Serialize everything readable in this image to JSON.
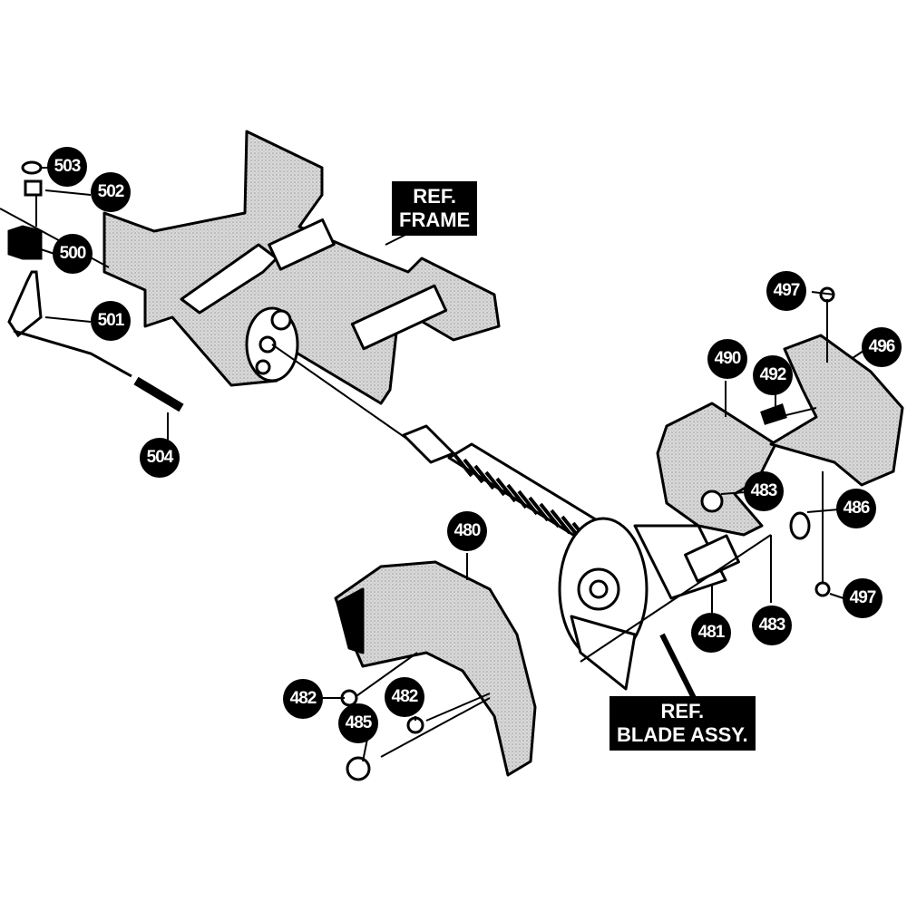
{
  "diagram": {
    "title": "Blade guard / housing exploded parts view",
    "reference_labels": [
      {
        "id": "ref-frame",
        "lines": [
          "REF.",
          "FRAME"
        ]
      },
      {
        "id": "ref-blade-assy",
        "lines": [
          "REF.",
          "BLADE ASSY."
        ]
      }
    ],
    "callouts": [
      {
        "id": "c503",
        "number": "503"
      },
      {
        "id": "c502",
        "number": "502"
      },
      {
        "id": "c500",
        "number": "500"
      },
      {
        "id": "c501",
        "number": "501"
      },
      {
        "id": "c504",
        "number": "504"
      },
      {
        "id": "c497a",
        "number": "497"
      },
      {
        "id": "c496",
        "number": "496"
      },
      {
        "id": "c490",
        "number": "490"
      },
      {
        "id": "c492",
        "number": "492"
      },
      {
        "id": "c483a",
        "number": "483"
      },
      {
        "id": "c486",
        "number": "486"
      },
      {
        "id": "c497b",
        "number": "497"
      },
      {
        "id": "c480",
        "number": "480"
      },
      {
        "id": "c481",
        "number": "481"
      },
      {
        "id": "c483b",
        "number": "483"
      },
      {
        "id": "c482a",
        "number": "482"
      },
      {
        "id": "c482b",
        "number": "482"
      },
      {
        "id": "c485",
        "number": "485"
      }
    ]
  }
}
